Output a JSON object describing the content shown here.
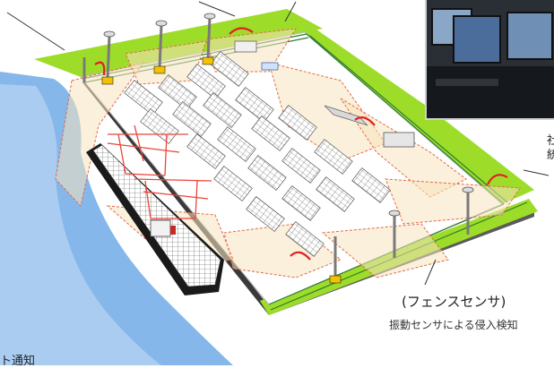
{
  "labels": {
    "fence_title": "(フェンスセンサ)",
    "fence_desc": "振動センサによる侵入検知",
    "edge_left": "ト通知",
    "edge_right_1": "社",
    "edge_right_2": "統"
  },
  "colors": {
    "water": "#86b7ea",
    "grass": "#9edc2a",
    "yard": "#ffffff",
    "coverage_fill": "#f7e3bd",
    "coverage_line": "#e06a4a",
    "crane": "#e8453a",
    "ship_hull": "#1a1a1a",
    "arrow": "#e02020"
  },
  "icons": [
    "camera-pole-icon",
    "rotation-arrow-icon",
    "gantry-crane-icon",
    "container-ship-icon",
    "control-room-photo"
  ]
}
